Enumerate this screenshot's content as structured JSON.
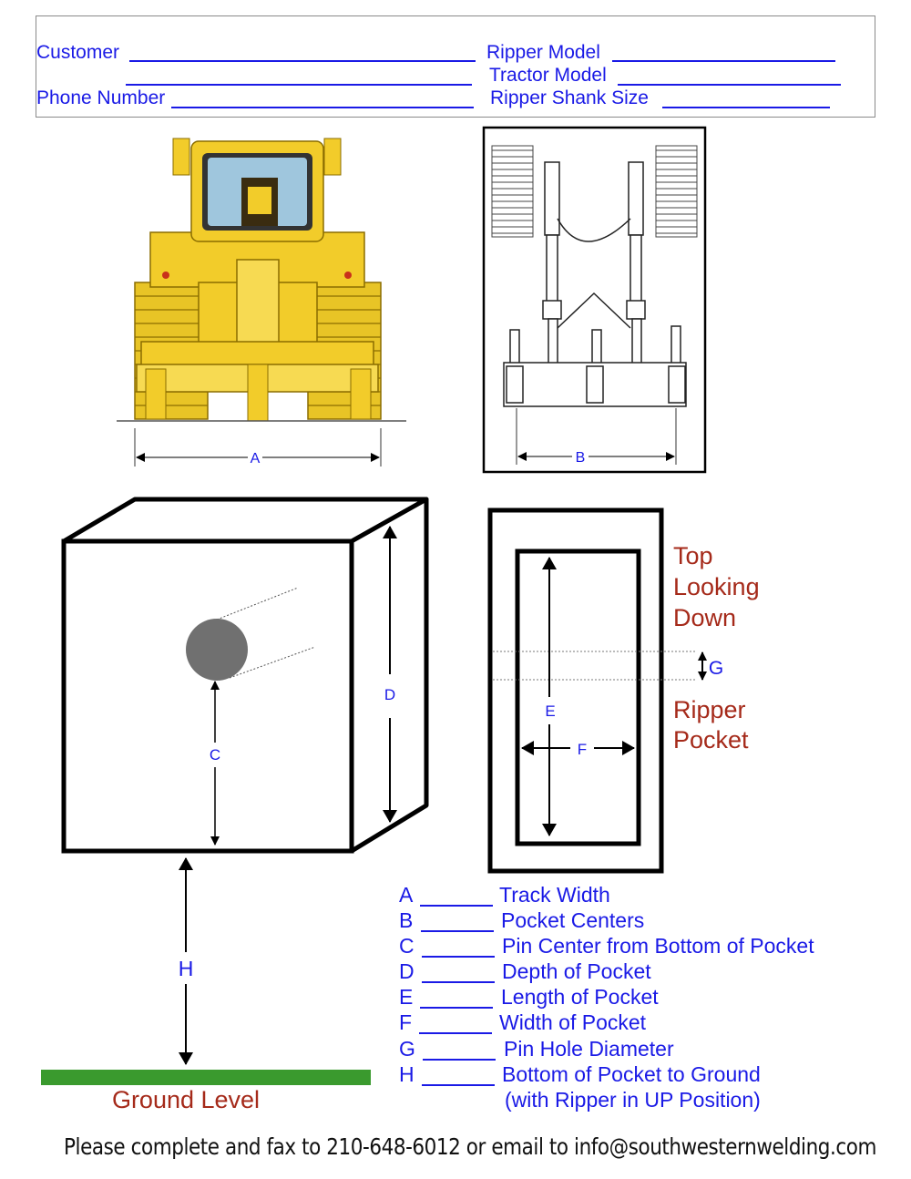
{
  "header": {
    "customer_label": "Customer",
    "phone_label": "Phone Number",
    "ripper_model_label": "Ripper Model",
    "tractor_model_label": "Tractor Model",
    "ripper_shank_label": "Ripper Shank Size"
  },
  "diagram_labels": {
    "a": "A",
    "b": "B",
    "c": "C",
    "d": "D",
    "e": "E",
    "f": "F",
    "g": "G",
    "h": "H",
    "top_looking_down": [
      "Top",
      "Looking",
      "Down"
    ],
    "ripper_pocket": [
      "Ripper",
      "Pocket"
    ],
    "ground_level": "Ground Level"
  },
  "legend": [
    {
      "letter": "A",
      "description": "Track Width"
    },
    {
      "letter": "B",
      "description": "Pocket Centers"
    },
    {
      "letter": "C",
      "description": "Pin Center from Bottom of Pocket"
    },
    {
      "letter": "D",
      "description": "Depth of Pocket"
    },
    {
      "letter": "E",
      "description": "Length of Pocket"
    },
    {
      "letter": "F",
      "description": "Width of Pocket"
    },
    {
      "letter": "G",
      "description": "Pin Hole Diameter"
    },
    {
      "letter": "H",
      "description": "Bottom of Pocket to Ground"
    }
  ],
  "legend_note": "(with Ripper in UP Position)",
  "footer": "Please complete and fax to 210-648-6012 or email to info@southwesternwelding.com",
  "colors": {
    "form_text": "#1a1ae6",
    "accent_red": "#a52a1a",
    "ground_green": "#3a9a2e",
    "tractor_yellow": "#f2cc2a"
  }
}
